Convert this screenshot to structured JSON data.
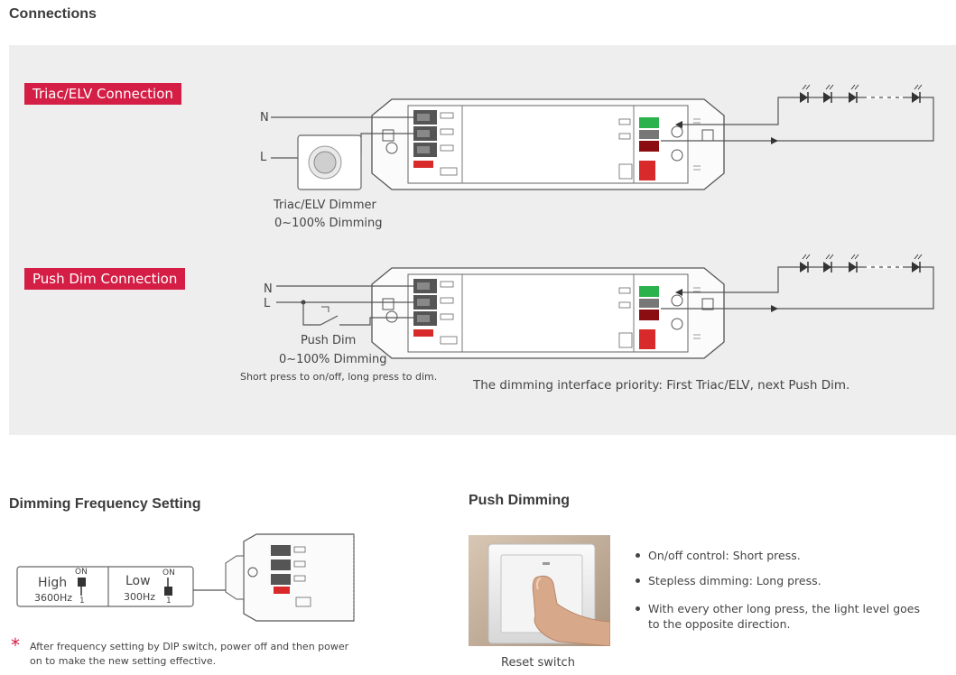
{
  "colors": {
    "accent": "#d41e45",
    "panel": "#eeeeee",
    "green": "#2bb24c",
    "darkred": "#8b0d12"
  },
  "sections": {
    "connections_title": "Connections",
    "frequency_title": "Dimming Frequency Setting",
    "push_title": "Push Dimming"
  },
  "triac": {
    "badge": "Triac/ELV Connection",
    "n_label": "N",
    "l_label": "L",
    "dimmer_label": "Triac/ELV Dimmer",
    "dimming_range": "0~100% Dimming"
  },
  "push": {
    "badge": "Push Dim Connection",
    "n_label": "N",
    "l_label": "L",
    "label": "Push Dim",
    "dimming_range": "0~100% Dimming",
    "note": "Short press to on/off, long press to dim.",
    "priority": "The dimming interface priority: First Triac/ELV, next Push Dim."
  },
  "frequency": {
    "high_label": "High",
    "high_hz": "3600Hz",
    "low_label": "Low",
    "low_hz": "300Hz",
    "on_label": "ON",
    "pos_label": "1",
    "note_mark": "*",
    "note_line1": "After frequency setting by DIP switch, power off and then power",
    "note_line2": "on to make the new setting effective."
  },
  "push_dimming": {
    "photo_caption": "Reset switch",
    "bullets": [
      "On/off control: Short press.",
      "Stepless dimming: Long press.",
      "With every other long press, the light level goes",
      "to the opposite direction."
    ]
  }
}
